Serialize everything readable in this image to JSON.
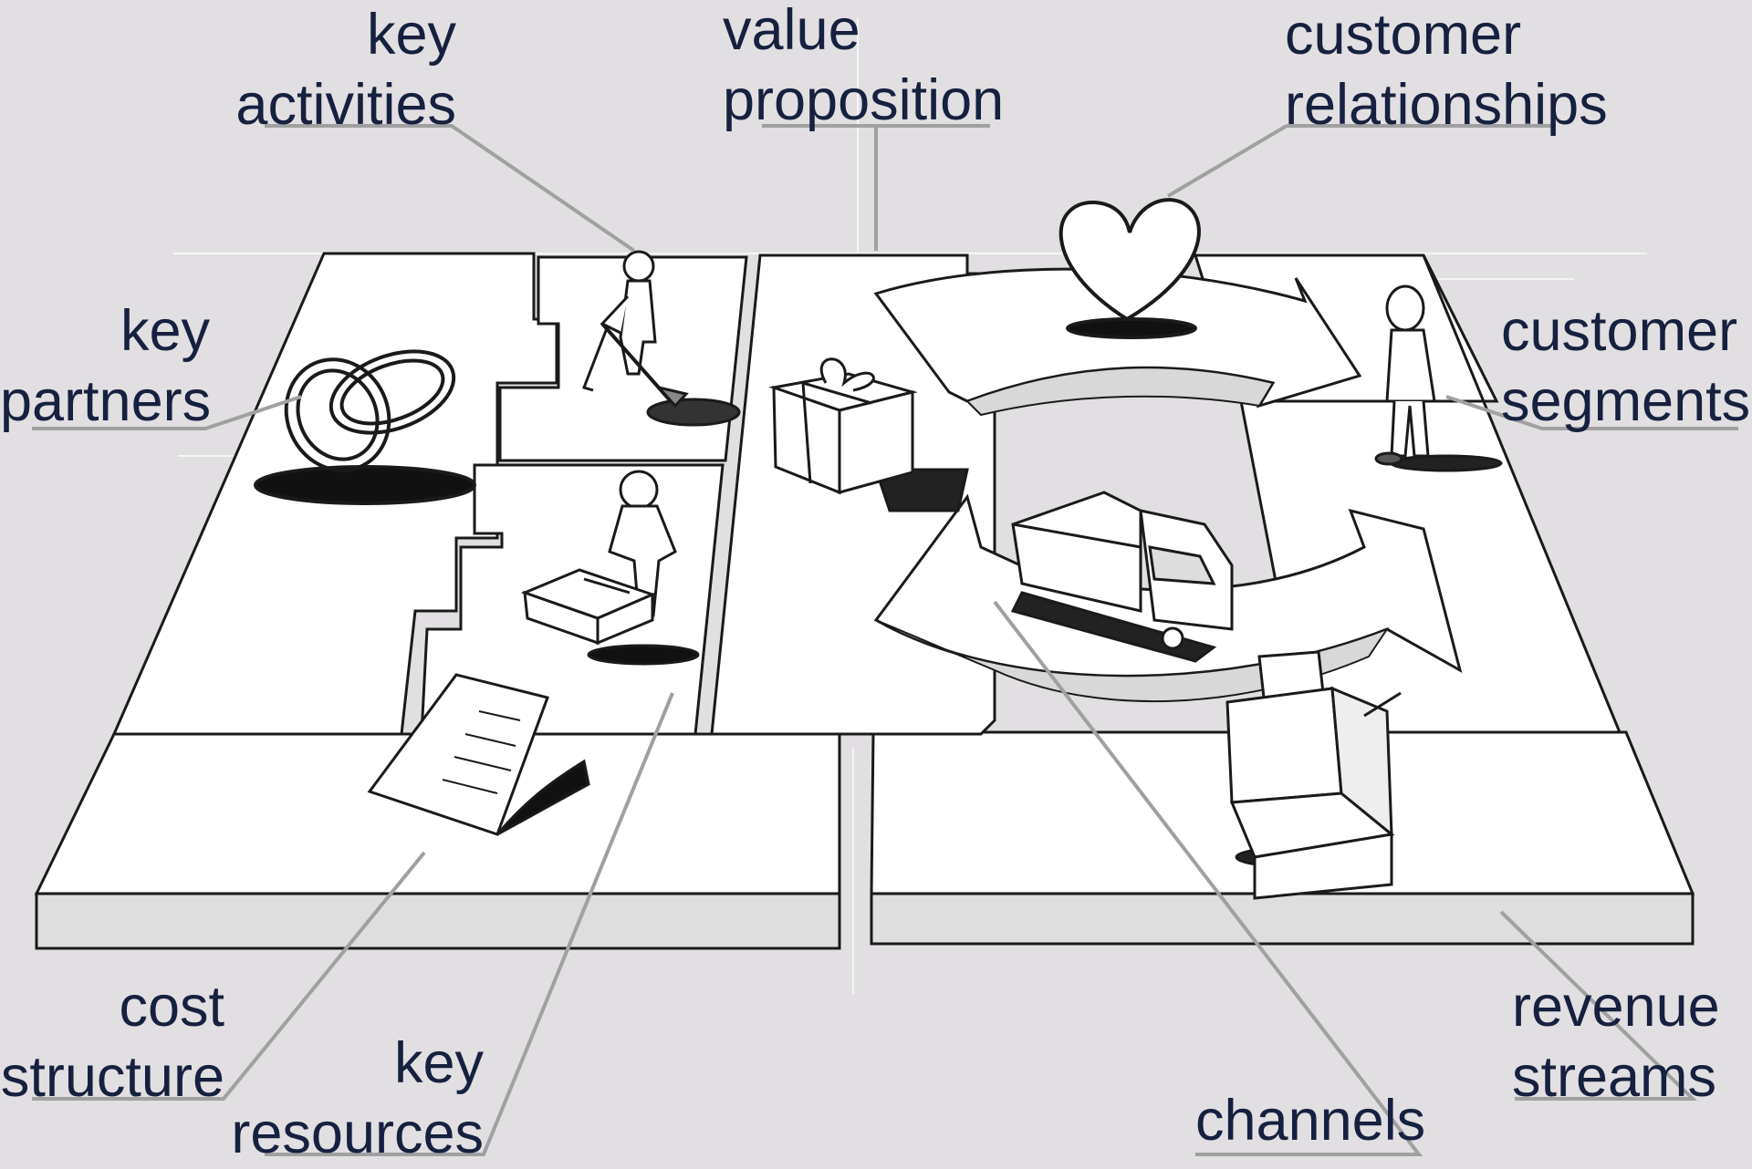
{
  "labels": {
    "key_activities": [
      "key",
      "activities"
    ],
    "value_proposition": [
      "value",
      "proposition"
    ],
    "customer_relationships": [
      "customer",
      "relationships"
    ],
    "key_partners": [
      "key",
      "partners"
    ],
    "customer_segments": [
      "customer",
      "segments"
    ],
    "cost_structure": [
      "cost",
      "structure"
    ],
    "key_resources": [
      "key",
      "resources"
    ],
    "channels": [
      "channels"
    ],
    "revenue_streams": [
      "revenue",
      "streams"
    ]
  },
  "icons": {
    "key_partners": "interlocked-rings-icon",
    "key_activities": "person-digging-icon",
    "key_resources": "person-with-cart-icon",
    "value_proposition": "gift-box-icon",
    "customer_relationships": "heart-icon",
    "channels": "delivery-truck-icon",
    "customer_segments": "standing-person-icon",
    "cost_structure": "invoice-document-icon",
    "revenue_streams": "cash-register-icon"
  },
  "colors": {
    "background": "#e2dfe2",
    "label_text": "#16203f",
    "leader_line": "#a0a0a0",
    "tile_fill": "#ffffff",
    "tile_edge": "#d8d8d8",
    "ink": "#1a1a1a"
  }
}
